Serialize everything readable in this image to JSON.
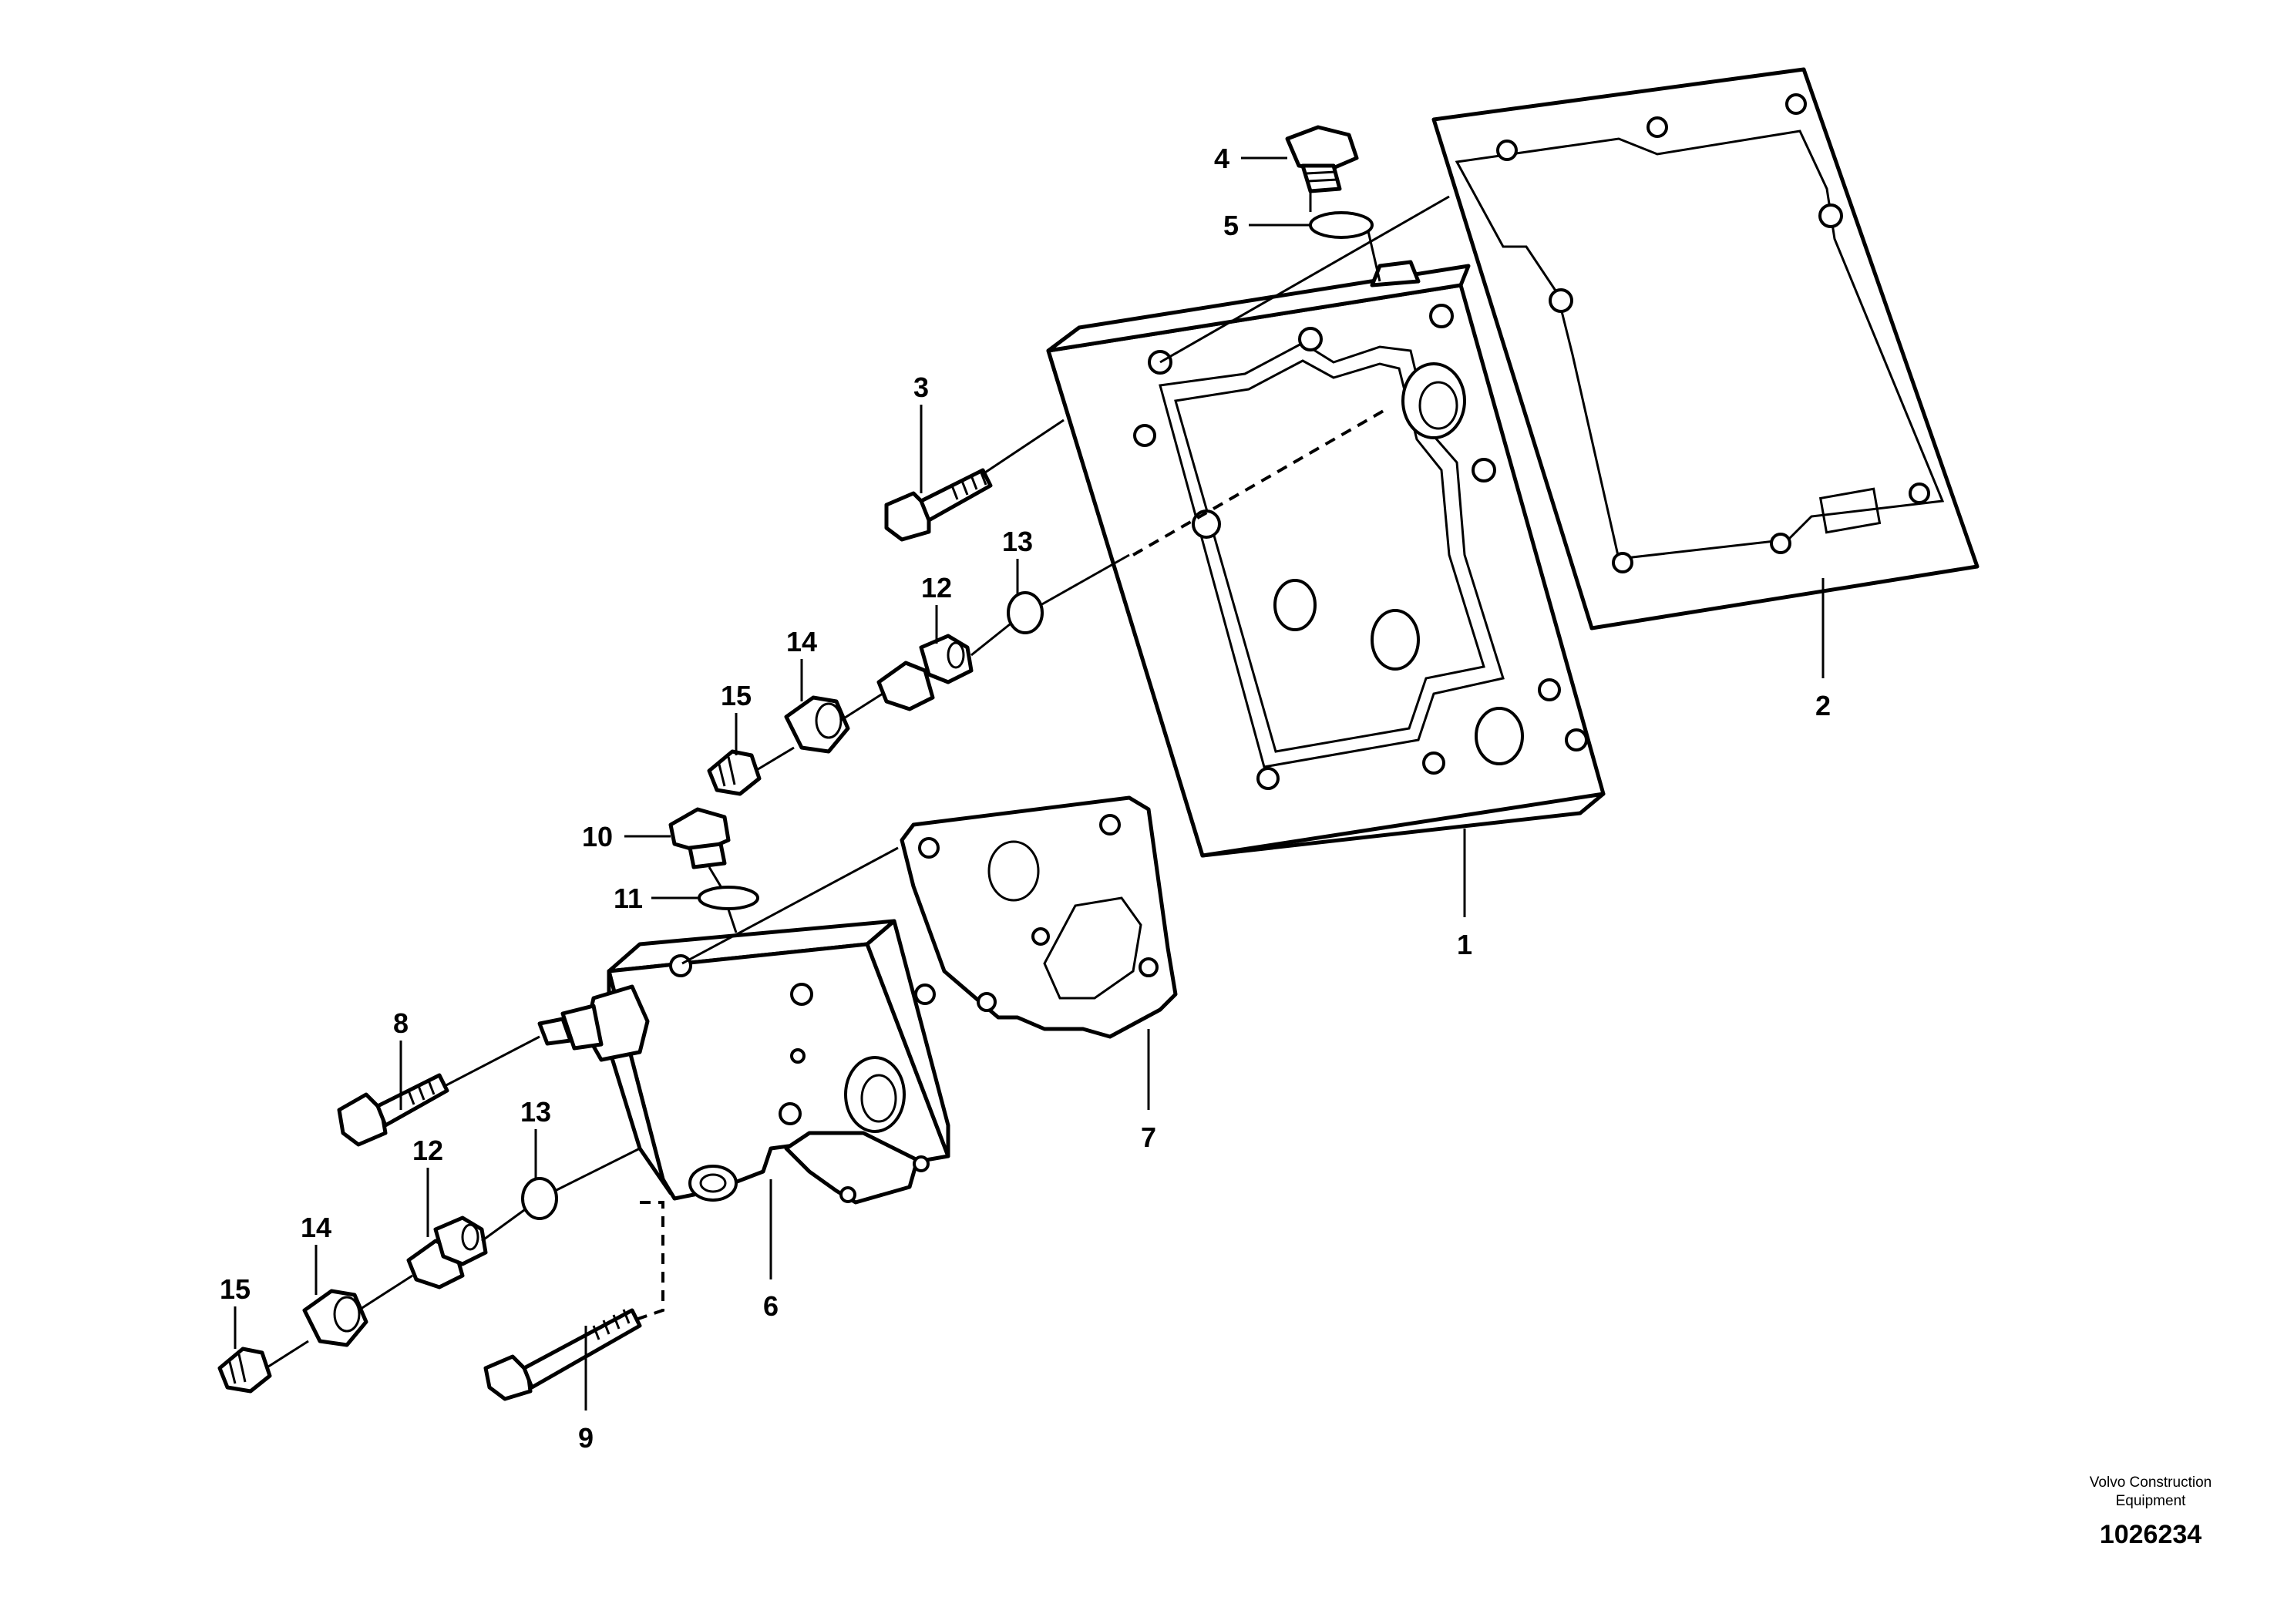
{
  "diagram": {
    "callouts": [
      {
        "id": "1",
        "label": "1"
      },
      {
        "id": "2",
        "label": "2"
      },
      {
        "id": "3",
        "label": "3"
      },
      {
        "id": "4",
        "label": "4"
      },
      {
        "id": "5",
        "label": "5"
      },
      {
        "id": "6",
        "label": "6"
      },
      {
        "id": "7",
        "label": "7"
      },
      {
        "id": "8",
        "label": "8"
      },
      {
        "id": "9",
        "label": "9"
      },
      {
        "id": "10",
        "label": "10"
      },
      {
        "id": "11",
        "label": "11"
      },
      {
        "id": "12a",
        "label": "12"
      },
      {
        "id": "12b",
        "label": "12"
      },
      {
        "id": "13a",
        "label": "13"
      },
      {
        "id": "13b",
        "label": "13"
      },
      {
        "id": "14a",
        "label": "14"
      },
      {
        "id": "14b",
        "label": "14"
      },
      {
        "id": "15a",
        "label": "15"
      },
      {
        "id": "15b",
        "label": "15"
      }
    ],
    "credit": {
      "line1": "Volvo Construction",
      "line2": "Equipment"
    },
    "reference_number": "1026234"
  }
}
